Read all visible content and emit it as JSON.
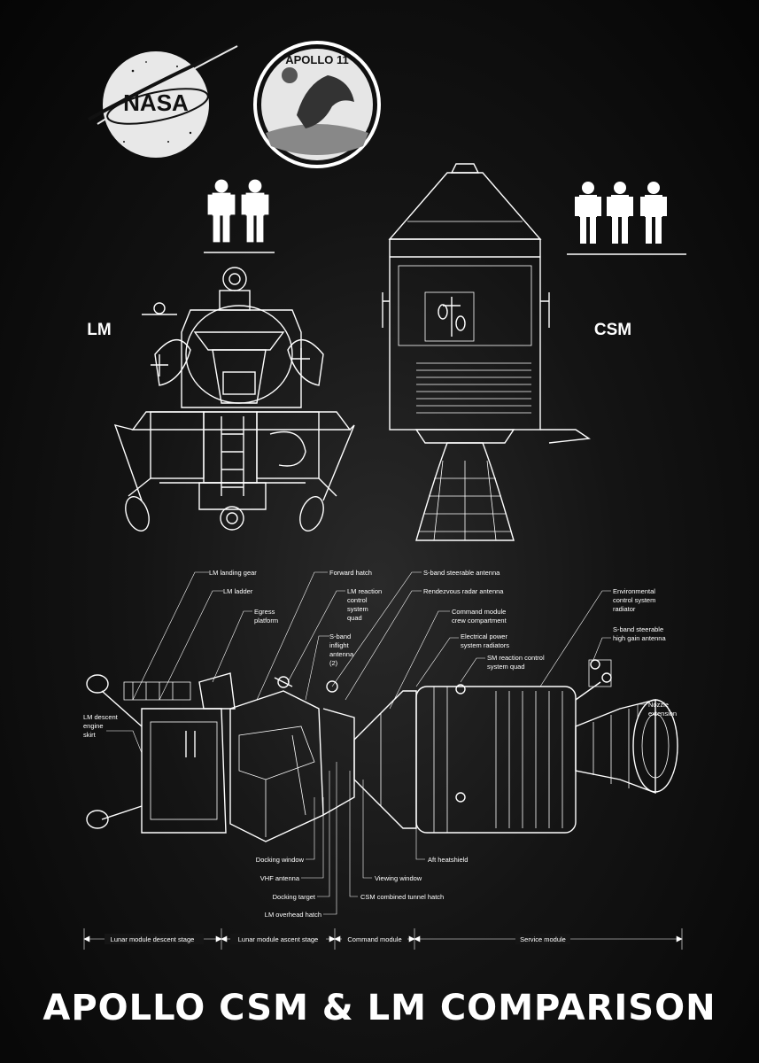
{
  "title": "APOLLO CSM & LM COMPARISON",
  "views": {
    "lm_label": "LM",
    "csm_label": "CSM"
  },
  "logos": {
    "nasa": "NASA",
    "mission_patch": "APOLLO 11"
  },
  "callouts": {
    "lm_landing_gear": "LM landing gear",
    "lm_ladder": "LM ladder",
    "egress_platform": [
      "Egress",
      "platform"
    ],
    "forward_hatch": "Forward hatch",
    "lm_rcs_quad": [
      "LM reaction",
      "control",
      "system",
      "quad"
    ],
    "sband_inflight_antenna": [
      "S-band",
      "inflight",
      "antenna",
      "(2)"
    ],
    "sband_steerable_antenna": "S-band steerable antenna",
    "rendezvous_radar_antenna": "Rendezvous radar antenna",
    "cm_crew_compartment": [
      "Command module",
      "crew compartment"
    ],
    "eps_radiators": [
      "Electrical power",
      "system radiators"
    ],
    "sm_rcs_quad": [
      "SM reaction control",
      "system quad"
    ],
    "ecs_radiator": [
      "Environmental",
      "control system",
      "radiator"
    ],
    "sband_high_gain_antenna": [
      "S-band steerable",
      "high gain antenna"
    ],
    "nozzle_extension": [
      "Nozzle",
      "extension"
    ],
    "lm_descent_engine_skirt": [
      "LM descent",
      "engine",
      "skirt"
    ],
    "docking_window": "Docking window",
    "vhf_antenna": "VHF antenna",
    "docking_target": "Docking target",
    "lm_overhead_hatch": "LM overhead hatch",
    "aft_heatshield": "Aft heatshield",
    "viewing_window": "Viewing window",
    "csm_tunnel_hatch": "CSM combined tunnel hatch"
  },
  "dimension_bar": {
    "segments": [
      "Lunar module descent stage",
      "Lunar module ascent stage",
      "Command module",
      "Service module"
    ]
  },
  "colors": {
    "background": "#0a0a0a",
    "line": "#ffffff"
  }
}
